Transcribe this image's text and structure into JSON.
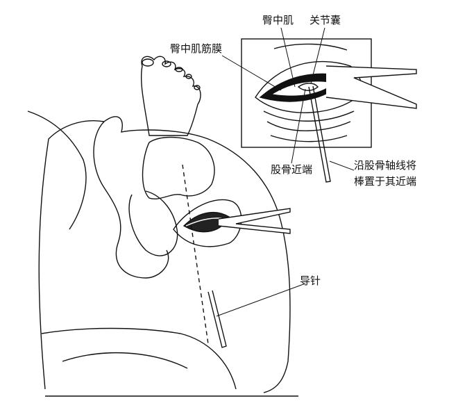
{
  "labels": {
    "gluteus_medius": "臀中肌",
    "joint_capsule": "关节囊",
    "gluteus_medius_fascia": "臀中肌筋膜",
    "proximal_femur": "股骨近端",
    "rod_line1": "沿股骨轴线将",
    "rod_line2": "棒置于其近端",
    "guide_pin": "导针"
  }
}
